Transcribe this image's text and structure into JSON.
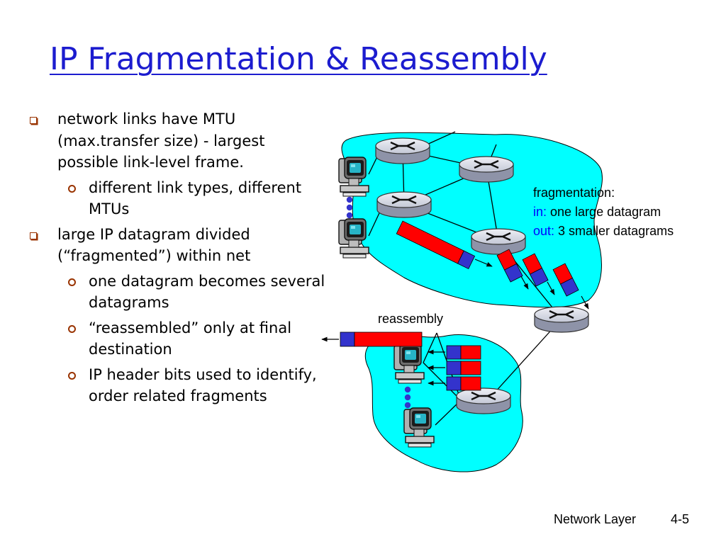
{
  "slide": {
    "title": "IP Fragmentation & Reassembly",
    "footer_left": "Network Layer",
    "footer_right": "4-5"
  },
  "bullets": [
    {
      "level": 1,
      "text": "network links have MTU (max.transfer size) - largest possible link-level frame."
    },
    {
      "level": 2,
      "text": "different link types, different MTUs"
    },
    {
      "level": 1,
      "text": "large IP datagram divided (“fragmented”) within net"
    },
    {
      "level": 2,
      "text": "one datagram becomes several datagrams"
    },
    {
      "level": 2,
      "text": "“reassembled” only at final destination"
    },
    {
      "level": 2,
      "text": "IP header bits used to identify, order related fragments"
    }
  ],
  "diagram": {
    "fragmentation_label": "fragmentation:",
    "in_key": "in:",
    "in_text": " one large datagram",
    "out_key": "out:",
    "out_text": " 3 smaller datagrams",
    "reassembly_label": "reassembly"
  },
  "colors": {
    "title": "#1c1ccf",
    "bullet_marker": "#993300",
    "network_cloud": "#00ffff",
    "datagram_data": "#ff0000",
    "datagram_header": "#3333cc",
    "label_key": "#0000ff",
    "router_body": "#c8ccd8"
  },
  "icons": [
    "router-icon",
    "computer-icon",
    "ellipsis-dots-icon",
    "arrow-icon"
  ]
}
